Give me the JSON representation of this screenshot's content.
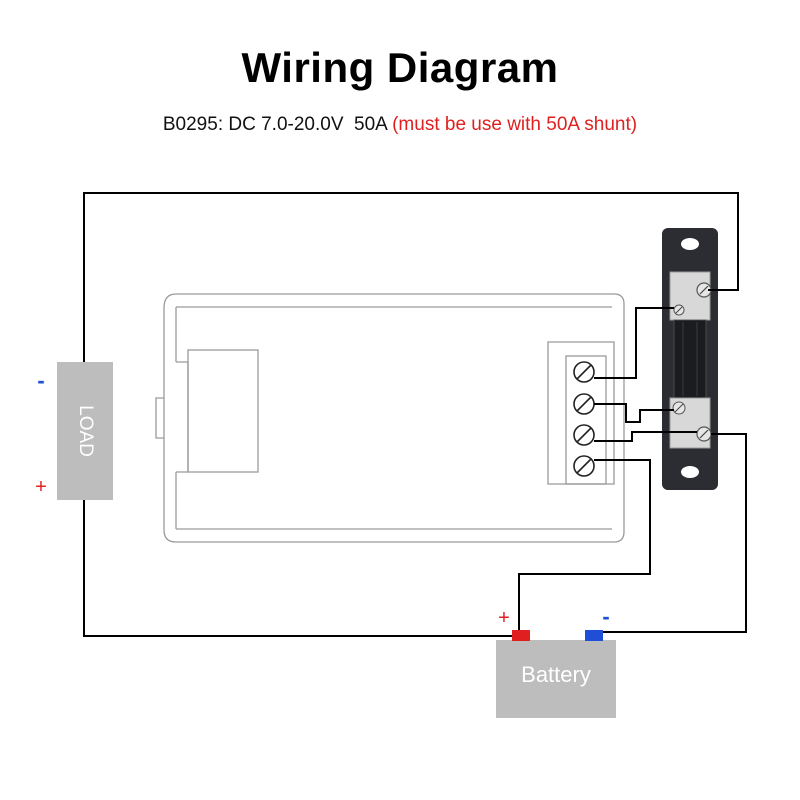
{
  "title": "Wiring Diagram",
  "subtitle": {
    "model": "B0295: DC 7.0-20.0V  50A ",
    "note": "(must be use with 50A shunt)"
  },
  "load": {
    "label": "LOAD",
    "minus_sign": "-",
    "plus_sign": "+"
  },
  "battery": {
    "label": "Battery",
    "plus_sign": "+",
    "minus_sign": "-"
  },
  "colors": {
    "warning_text": "#e02020",
    "positive_terminal": "#e02020",
    "negative_terminal": "#1f4fd6",
    "component_fill": "#bdbdbd",
    "wire": "#000000"
  }
}
